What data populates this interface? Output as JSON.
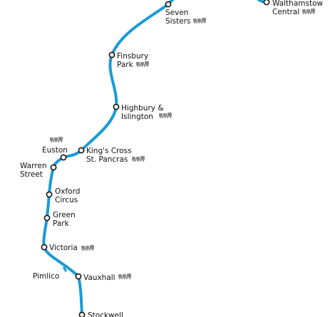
{
  "line": {
    "color": "#1a9ad6"
  },
  "rail_icon": "national-rail-train-icon",
  "stations": [
    {
      "id": "walthamstow",
      "lines": [
        "Walthamstow",
        "Central"
      ],
      "rail": true
    },
    {
      "id": "seven-sisters",
      "lines": [
        "Seven",
        "Sisters"
      ],
      "rail": true
    },
    {
      "id": "finsbury-park",
      "lines": [
        "Finsbury",
        "Park"
      ],
      "rail": true
    },
    {
      "id": "highbury",
      "lines": [
        "Highbury &",
        "Islington"
      ],
      "rail": true
    },
    {
      "id": "kings-cross",
      "lines": [
        "King's Cross",
        "St. Pancras"
      ],
      "rail": true
    },
    {
      "id": "euston",
      "lines": [
        "Euston"
      ],
      "rail": true
    },
    {
      "id": "warren-street",
      "lines": [
        "Warren",
        "Street"
      ],
      "rail": false
    },
    {
      "id": "oxford-circus",
      "lines": [
        "Oxford",
        "Circus"
      ],
      "rail": false
    },
    {
      "id": "green-park",
      "lines": [
        "Green",
        "Park"
      ],
      "rail": false
    },
    {
      "id": "victoria",
      "lines": [
        "Victoria"
      ],
      "rail": true
    },
    {
      "id": "pimlico",
      "lines": [
        "Pimlico"
      ],
      "rail": false
    },
    {
      "id": "vauxhall",
      "lines": [
        "Vauxhall"
      ],
      "rail": true
    },
    {
      "id": "stockwell",
      "lines": [
        "Stockwell"
      ],
      "rail": false
    }
  ]
}
